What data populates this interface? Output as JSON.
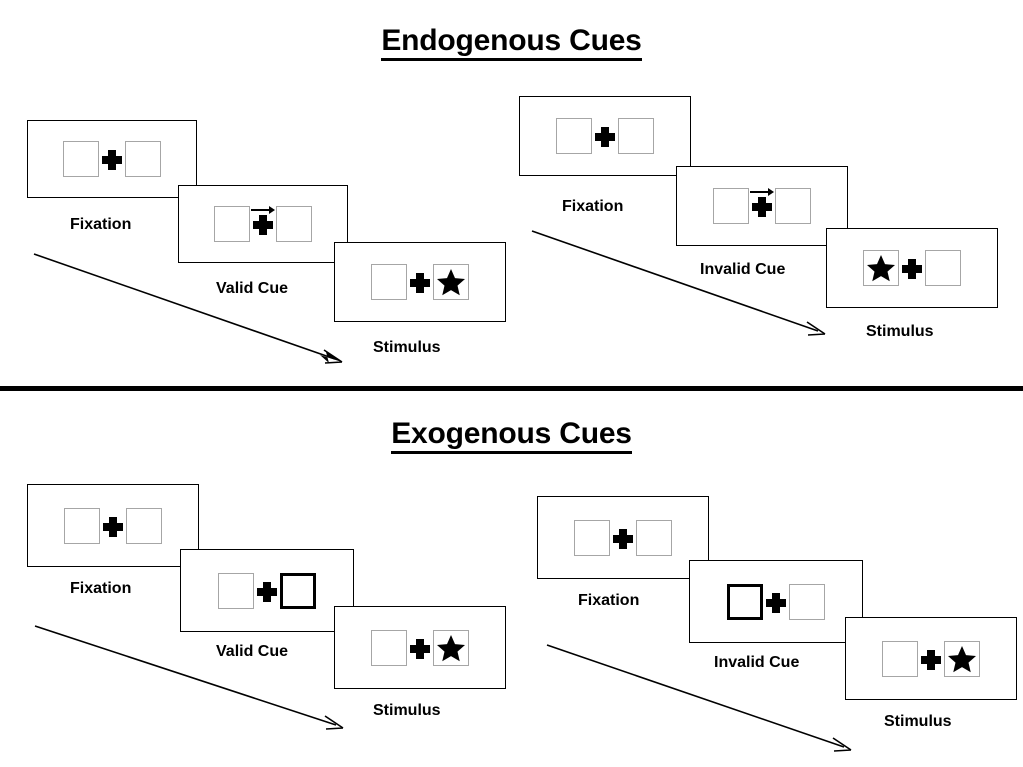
{
  "sections": [
    {
      "id": "endogenous",
      "title": "Endogenous Cues",
      "sequences": [
        {
          "id": "endogenous-valid",
          "frames": [
            {
              "id": "fixation",
              "caption": "Fixation",
              "left_content": "empty-box",
              "right_content": "empty-box",
              "cue": "none"
            },
            {
              "id": "valid-cue",
              "caption": "Valid Cue",
              "left_content": "empty-box",
              "right_content": "empty-box",
              "cue": "arrow-right"
            },
            {
              "id": "stimulus",
              "caption": "Stimulus",
              "left_content": "empty-box",
              "right_content": "star",
              "cue": "none"
            }
          ]
        },
        {
          "id": "endogenous-invalid",
          "frames": [
            {
              "id": "fixation",
              "caption": "Fixation",
              "left_content": "empty-box",
              "right_content": "empty-box",
              "cue": "none"
            },
            {
              "id": "invalid-cue",
              "caption": "Invalid Cue",
              "left_content": "empty-box",
              "right_content": "empty-box",
              "cue": "arrow-right"
            },
            {
              "id": "stimulus",
              "caption": "Stimulus",
              "left_content": "star",
              "right_content": "empty-box",
              "cue": "none"
            }
          ]
        }
      ]
    },
    {
      "id": "exogenous",
      "title": "Exogenous Cues",
      "sequences": [
        {
          "id": "exogenous-valid",
          "frames": [
            {
              "id": "fixation",
              "caption": "Fixation",
              "left_content": "empty-box",
              "right_content": "empty-box",
              "cue": "none"
            },
            {
              "id": "valid-cue",
              "caption": "Valid Cue",
              "left_content": "empty-box",
              "right_content": "highlighted-box",
              "cue": "none"
            },
            {
              "id": "stimulus",
              "caption": "Stimulus",
              "left_content": "empty-box",
              "right_content": "star",
              "cue": "none"
            }
          ]
        },
        {
          "id": "exogenous-invalid",
          "frames": [
            {
              "id": "fixation",
              "caption": "Fixation",
              "left_content": "empty-box",
              "right_content": "empty-box",
              "cue": "none"
            },
            {
              "id": "invalid-cue",
              "caption": "Invalid Cue",
              "left_content": "highlighted-box",
              "right_content": "empty-box",
              "cue": "none"
            },
            {
              "id": "stimulus",
              "caption": "Stimulus",
              "left_content": "empty-box",
              "right_content": "star",
              "cue": "none"
            }
          ]
        }
      ]
    }
  ],
  "colors": {
    "background": "#ffffff",
    "ink": "#000000",
    "box_border": "#a6a6a6",
    "cue_border": "#000000",
    "frame_border": "#000000"
  }
}
